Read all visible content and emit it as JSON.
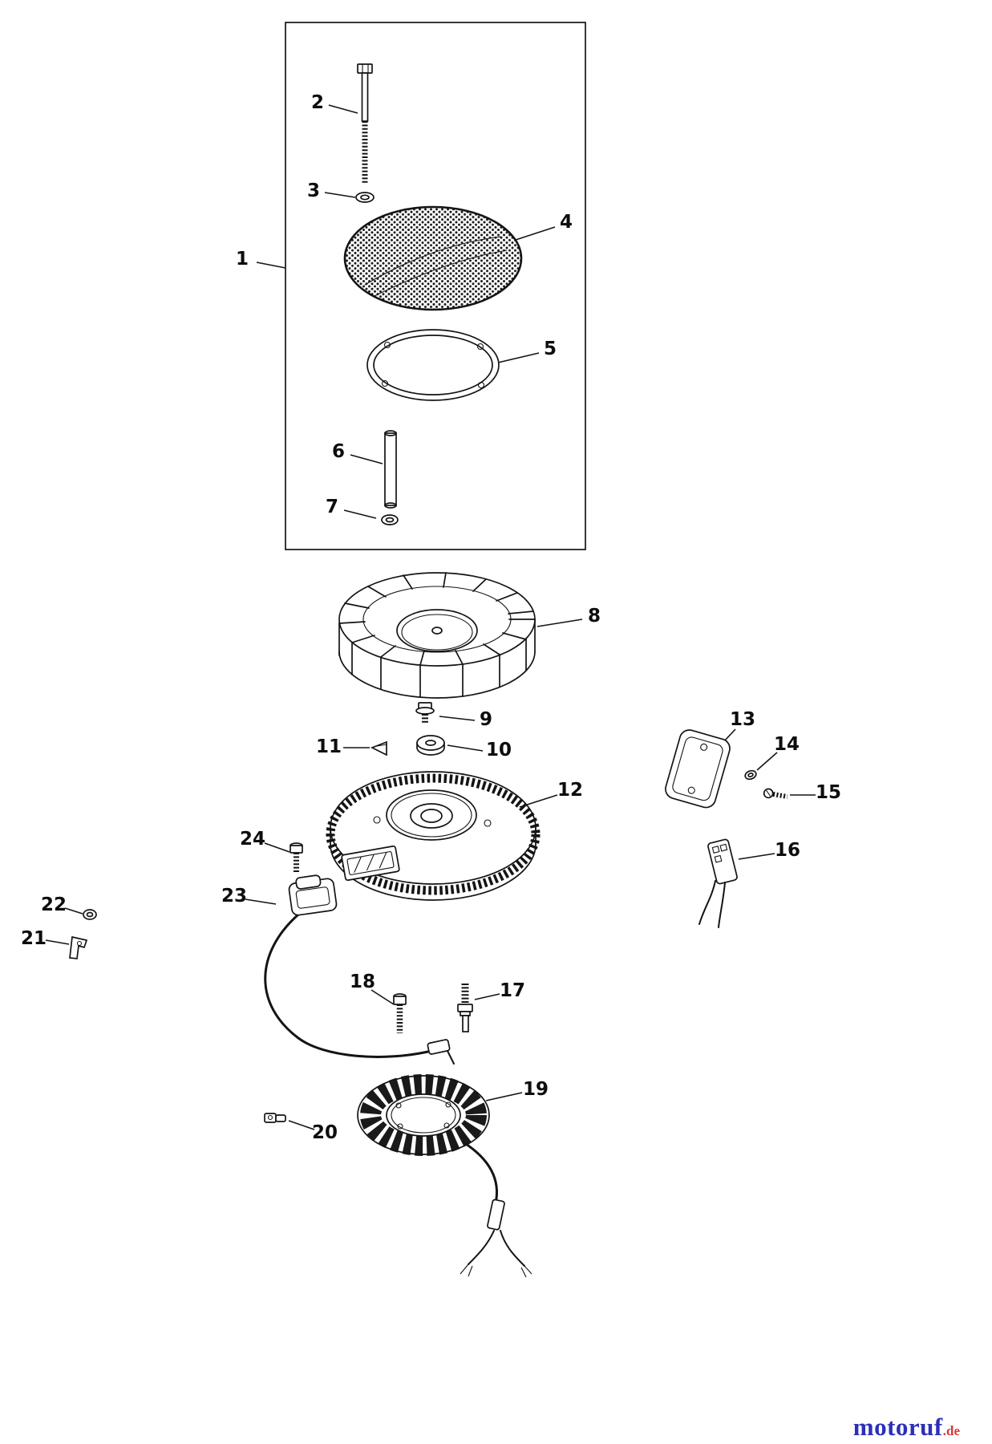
{
  "figure": {
    "callouts": [
      {
        "label": "1"
      },
      {
        "label": "2"
      },
      {
        "label": "3"
      },
      {
        "label": "4"
      },
      {
        "label": "5"
      },
      {
        "label": "6"
      },
      {
        "label": "7"
      },
      {
        "label": "8"
      },
      {
        "label": "9"
      },
      {
        "label": "10"
      },
      {
        "label": "11"
      },
      {
        "label": "12"
      },
      {
        "label": "13"
      },
      {
        "label": "14"
      },
      {
        "label": "15"
      },
      {
        "label": "16"
      },
      {
        "label": "17"
      },
      {
        "label": "18"
      },
      {
        "label": "19"
      },
      {
        "label": "20"
      },
      {
        "label": "21"
      },
      {
        "label": "22"
      },
      {
        "label": "23"
      },
      {
        "label": "24"
      }
    ]
  },
  "watermark": {
    "brand": "motoruf",
    "tld": ".de"
  },
  "colors": {
    "line": "#141414",
    "background": "#ffffff",
    "watermark_brand": "#2b2fb8",
    "watermark_tld": "#d23a3a"
  }
}
